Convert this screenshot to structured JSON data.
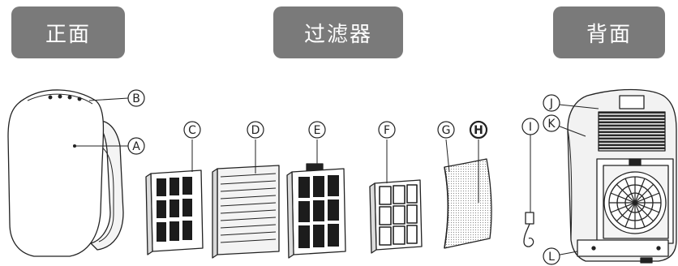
{
  "tags": {
    "front": "正面",
    "filter": "过滤器",
    "back": "背面"
  },
  "labels": [
    "A",
    "B",
    "C",
    "D",
    "E",
    "F",
    "G",
    "H",
    "I",
    "J",
    "K",
    "L"
  ]
}
